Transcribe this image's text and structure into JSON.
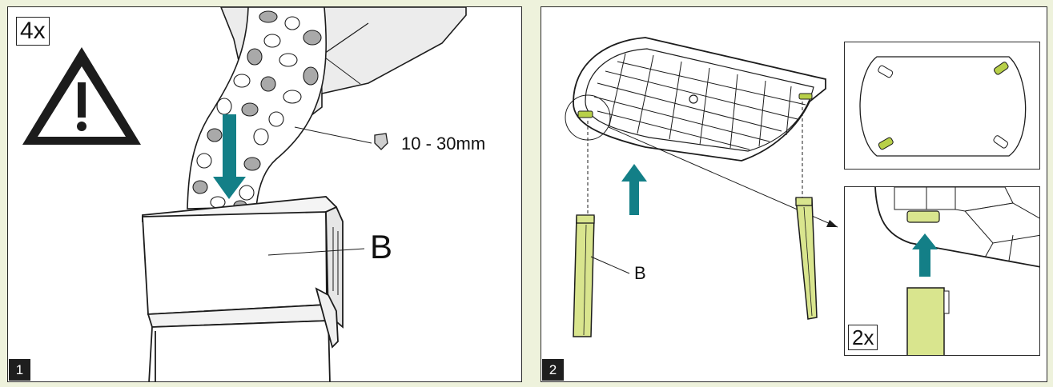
{
  "colors": {
    "arrow": "#137f87",
    "leg_fill": "#d9e58e",
    "leg_stroke": "#1c1c1c",
    "pad_green": "#b8d049",
    "stone_gray": "#a9a9a9",
    "background": "#eef2dc"
  },
  "step1": {
    "number": "1",
    "quantity": "4x",
    "stone_size": "10 - 30mm",
    "part_label": "B",
    "warning_icon": "warning-triangle-icon"
  },
  "step2": {
    "number": "2",
    "part_label": "B",
    "inset_quantity": "2x"
  }
}
